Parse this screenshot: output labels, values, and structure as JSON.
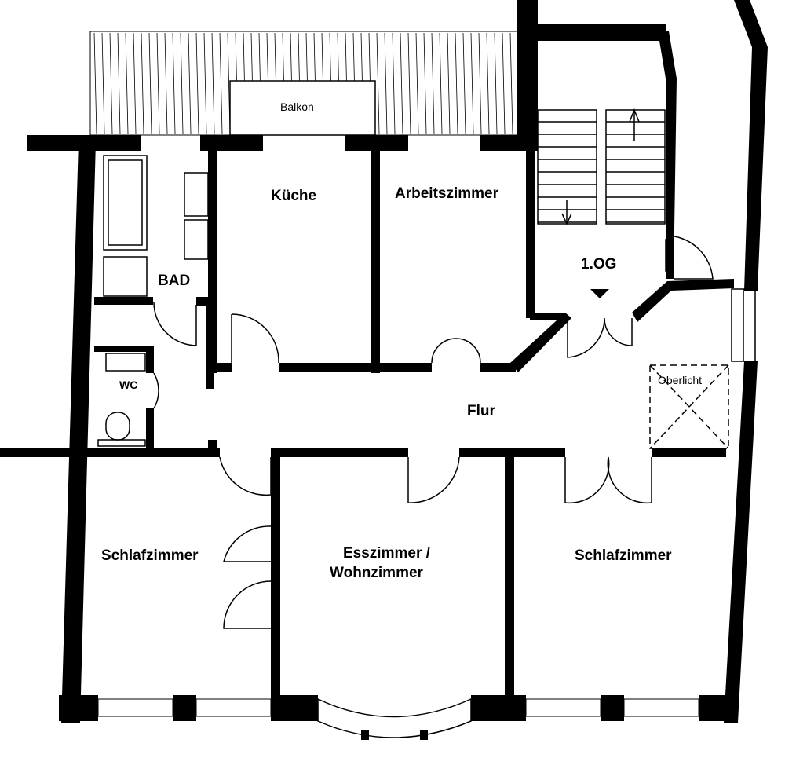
{
  "rooms": {
    "balkon": "Balkon",
    "kueche": "Küche",
    "arbeitszimmer": "Arbeitszimmer",
    "bad": "BAD",
    "wc": "WC",
    "og": "1.OG",
    "oberlicht": "Oberlicht",
    "flur": "Flur",
    "schlafzimmer_left": "Schlafzimmer",
    "esszimmer_line1": "Esszimmer /",
    "esszimmer_line2": "Wohnzimmer",
    "schlafzimmer_right": "Schlafzimmer"
  }
}
